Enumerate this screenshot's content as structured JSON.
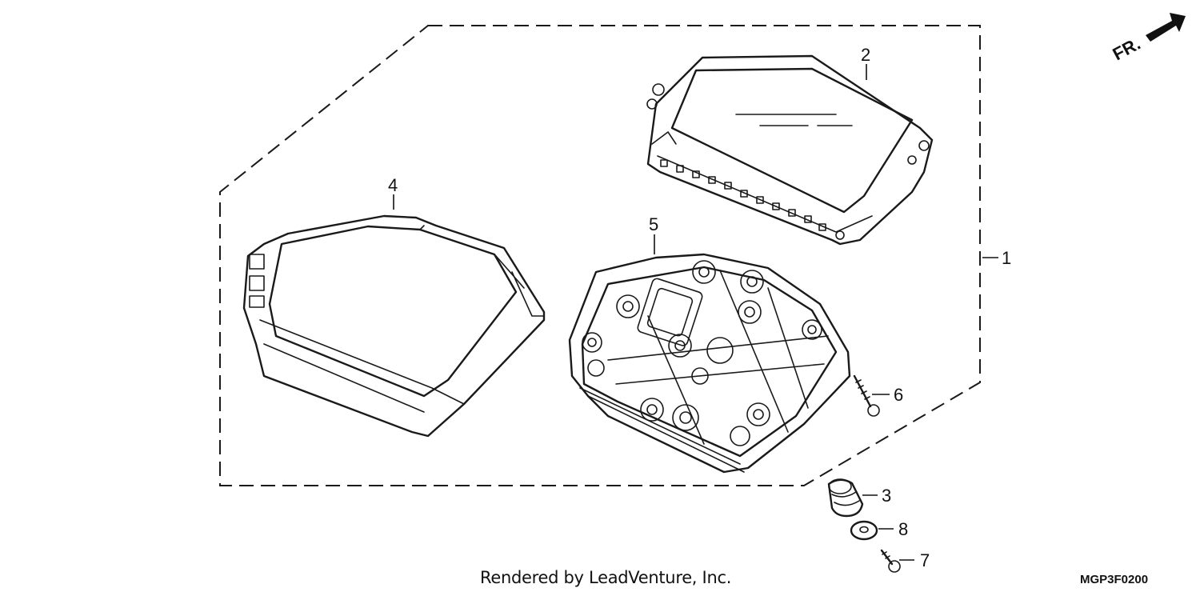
{
  "diagram": {
    "orientation_label": "FR.",
    "callouts": [
      "1",
      "2",
      "3",
      "4",
      "5",
      "6",
      "7",
      "8"
    ],
    "credit": "Rendered by LeadVenture, Inc.",
    "diagram_code": "MGP3F0200"
  }
}
